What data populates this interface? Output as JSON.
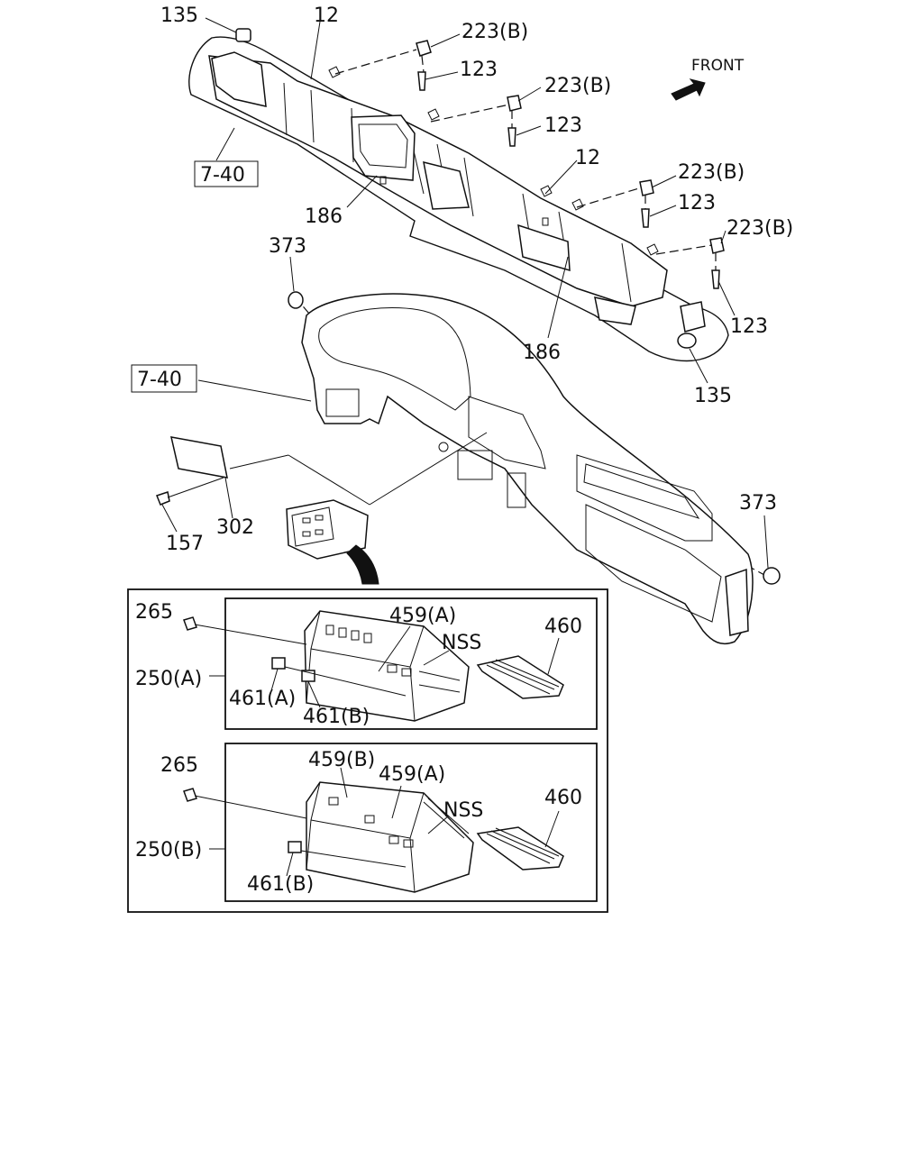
{
  "labels": {
    "l135_top": "135",
    "l12_top": "12",
    "l223b_1": "223(B)",
    "l123_1": "123",
    "front": "FRONT",
    "l223b_2": "223(B)",
    "l123_2": "123",
    "l12_mid": "12",
    "l223b_3": "223(B)",
    "l123_3": "123",
    "l223b_4": "223(B)",
    "l123_4": "123",
    "ref740_top": "7-40",
    "l186_left": "186",
    "l373_top": "373",
    "l186_mid": "186",
    "l135_right": "135",
    "ref740_mid": "7-40",
    "l373_right": "373",
    "l302": "302",
    "l157": "157",
    "l265_a": "265",
    "l459a_a": "459(A)",
    "nss_a": "NSS",
    "l460_a": "460",
    "l250a": "250(A)",
    "l461a": "461(A)",
    "l461b_a": "461(B)",
    "l265_b": "265",
    "l459b": "459(B)",
    "l459a_b": "459(A)",
    "nss_b": "NSS",
    "l460_b": "460",
    "l250b": "250(B)",
    "l461b_b": "461(B)"
  }
}
